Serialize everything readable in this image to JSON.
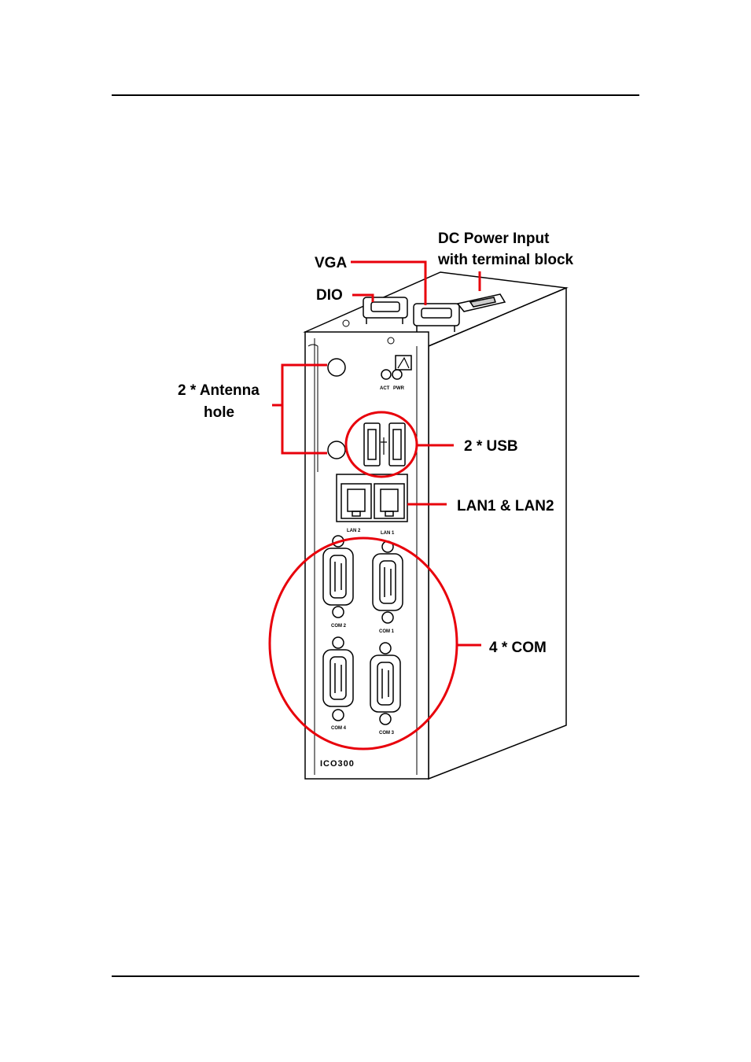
{
  "callouts": {
    "dc_power_line1": "DC Power Input",
    "dc_power_line2": "with terminal block",
    "vga": "VGA",
    "dio": "DIO",
    "antenna_line1": "2 * Antenna",
    "antenna_line2": "hole",
    "usb": "2 * USB",
    "lan": "LAN1 & LAN2",
    "com": "4 * COM"
  },
  "device_labels": {
    "act": "ACT",
    "pwr": "PWR",
    "lan2": "LAN 2",
    "lan1": "LAN 1",
    "com2": "COM 2",
    "com1": "COM 1",
    "com4": "COM 4",
    "com3": "COM 3",
    "model": "ICO300"
  },
  "colors": {
    "callout_red": "#e8000b",
    "outline": "#000000"
  }
}
